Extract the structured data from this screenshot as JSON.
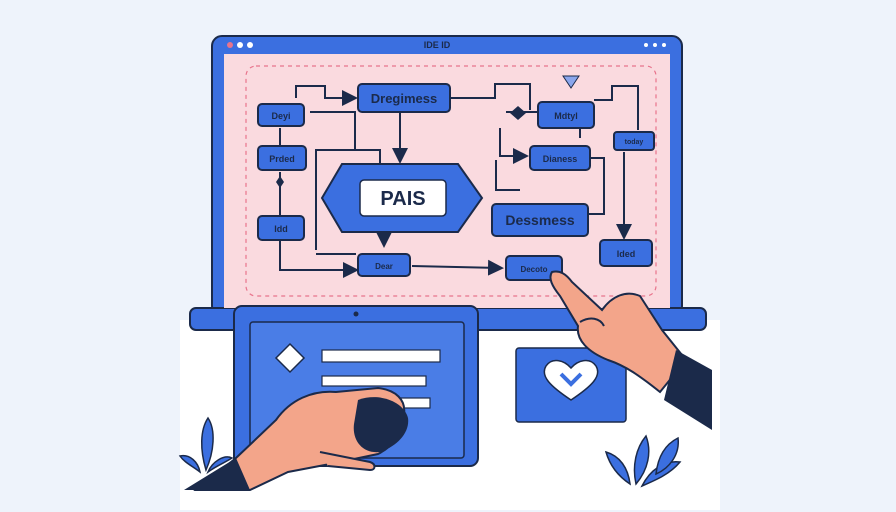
{
  "window": {
    "title": "IDE ID"
  },
  "colors": {
    "background": "#eef3fb",
    "monitor_frame": "#3b6fe0",
    "canvas_pink": "#fadadf",
    "node_blue": "#3b6fe0",
    "outline": "#1b2a4a",
    "skin": "#f3a58a"
  },
  "flowchart": {
    "nodes": {
      "dregimess": "Dregimess",
      "deyi": "Deyi",
      "prded": "Prded",
      "idd": "Idd",
      "pais": "PAIS",
      "dear": "Dear",
      "mdtyl": "Mdtyl",
      "dianess": "Dianess",
      "dessmess": "Dessmess",
      "decoto": "Decoto",
      "today": "today",
      "ided": "Ided"
    }
  },
  "tablet": {
    "icons": [
      "diamond-icon"
    ]
  },
  "card": {
    "icon": "heart-check-icon"
  },
  "decor": [
    "leaf-plant-left",
    "leaf-plant-right"
  ]
}
